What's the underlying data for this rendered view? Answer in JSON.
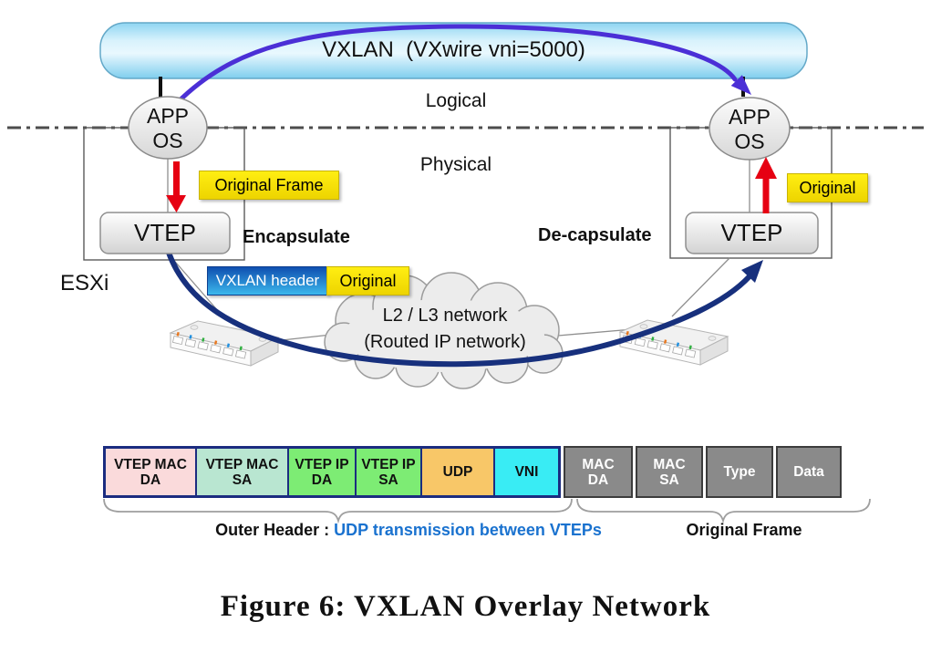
{
  "labels": {
    "vxlan_pill": "VXLAN  (VXwire vni=5000)",
    "logical": "Logical",
    "physical": "Physical",
    "app_os": "APP\nOS",
    "vtep": "VTEP",
    "original_frame": "Original Frame",
    "original": "Original",
    "vxlan_header": "VXLAN header",
    "encapsulate": "Encapsulate",
    "decapsulate": "De-capsulate",
    "esxi": "ESXi",
    "cloud": "L2 / L3 network\n(Routed IP network)"
  },
  "frame": {
    "outer": {
      "cells": [
        {
          "label": "VTEP MAC\nDA",
          "color": "#fadadb"
        },
        {
          "label": "VTEP MAC\nSA",
          "color": "#b9e6d1"
        },
        {
          "label": "VTEP IP\nDA",
          "color": "#7dec74"
        },
        {
          "label": "VTEP IP\nSA",
          "color": "#7dec74"
        },
        {
          "label": "UDP",
          "color": "#f8c768"
        },
        {
          "label": "VNI",
          "color": "#39ecf4"
        }
      ],
      "caption_prefix": "Outer Header : ",
      "caption_highlight": "UDP transmission between VTEPs"
    },
    "original": {
      "cells": [
        {
          "label": "MAC\nDA",
          "color": "#8a8a8a"
        },
        {
          "label": "MAC\nSA",
          "color": "#8a8a8a"
        },
        {
          "label": "Type",
          "color": "#8a8a8a"
        },
        {
          "label": "Data",
          "color": "#8a8a8a"
        }
      ],
      "caption": "Original Frame"
    }
  },
  "figure_caption": "Figure 6:  VXLAN Overlay Network",
  "colors": {
    "overlay_arc_purple": "#4b2fd6",
    "underlay_path_navy": "#17307d",
    "arrow_red": "#e60012",
    "caption_highlight_blue": "#1a72cf",
    "outer_header_border_navy": "#1b2c80",
    "pill_blue_top": "#8ed5f2",
    "pill_blue_bottom": "#7fceee",
    "yellow_label": "#ffe900",
    "vxlan_header_blue": "#1e6cc4"
  }
}
